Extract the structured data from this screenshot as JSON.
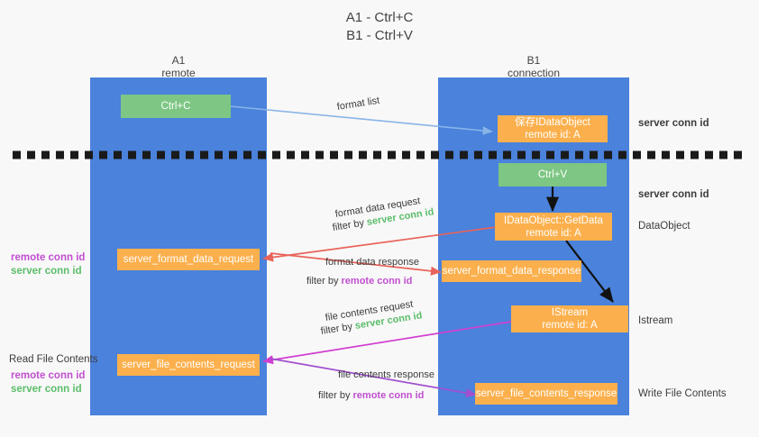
{
  "title": {
    "line1": "A1 - Ctrl+C",
    "line2": "B1 - Ctrl+V"
  },
  "lanes": [
    {
      "name": "A1",
      "sub": "remote"
    },
    {
      "name": "B1",
      "sub": "connection"
    }
  ],
  "nodes": {
    "ctrl_c": "Ctrl+C",
    "save_dataobject_line1": "保存IDataObject",
    "save_dataobject_line2": "remote id: A",
    "ctrl_v": "Ctrl+V",
    "getdata_line1": "IDataObject::GetData",
    "getdata_line2": "remote id: A",
    "format_data_request": "server_format_data_request",
    "format_data_response": "server_format_data_response",
    "istream_line1": "IStream",
    "istream_line2": "remote id: A",
    "file_contents_request": "server_file_contents_request",
    "file_contents_response": "server_file_contents_response"
  },
  "edges": {
    "format_list": "format list",
    "format_data_request_title": "format data request",
    "format_data_request_filter_prefix": "filter by ",
    "format_data_request_filter_key": "server conn id",
    "format_data_response_title": "format data response",
    "format_data_response_filter_prefix": "filter by ",
    "format_data_response_filter_key": "remote conn id",
    "file_contents_request_title": "file contents request",
    "file_contents_request_filter_prefix": "filter by ",
    "file_contents_request_filter_key": "server conn id",
    "file_contents_response_title": "file contents response",
    "file_contents_response_filter_prefix": "filter by ",
    "file_contents_response_filter_key": "remote conn id"
  },
  "annotations": {
    "server_conn_id_top": "server conn id",
    "server_conn_id_mid": "server conn id",
    "dataobject": "DataObject",
    "istream": "Istream",
    "write_file_contents": "Write File Contents",
    "read_file_contents": "Read File Contents",
    "left_remote_conn_id_1": "remote conn id",
    "left_server_conn_id_1": "server conn id",
    "left_remote_conn_id_2": "remote conn id",
    "left_server_conn_id_2": "server conn id"
  },
  "colors": {
    "lane": "#4a82dc",
    "green_node": "#7dc683",
    "orange_node": "#fbb04d",
    "server_conn_id": "#5bbd6a",
    "remote_conn_id": "#c14fd0",
    "arrow_blue": "#8ab4e8",
    "arrow_red": "#e8635a",
    "arrow_magenta": "#d13fd1",
    "arrow_purple": "#a24fd0",
    "arrow_black": "#111111",
    "divider": "#1a1a1a",
    "background": "#f8f8f8"
  }
}
